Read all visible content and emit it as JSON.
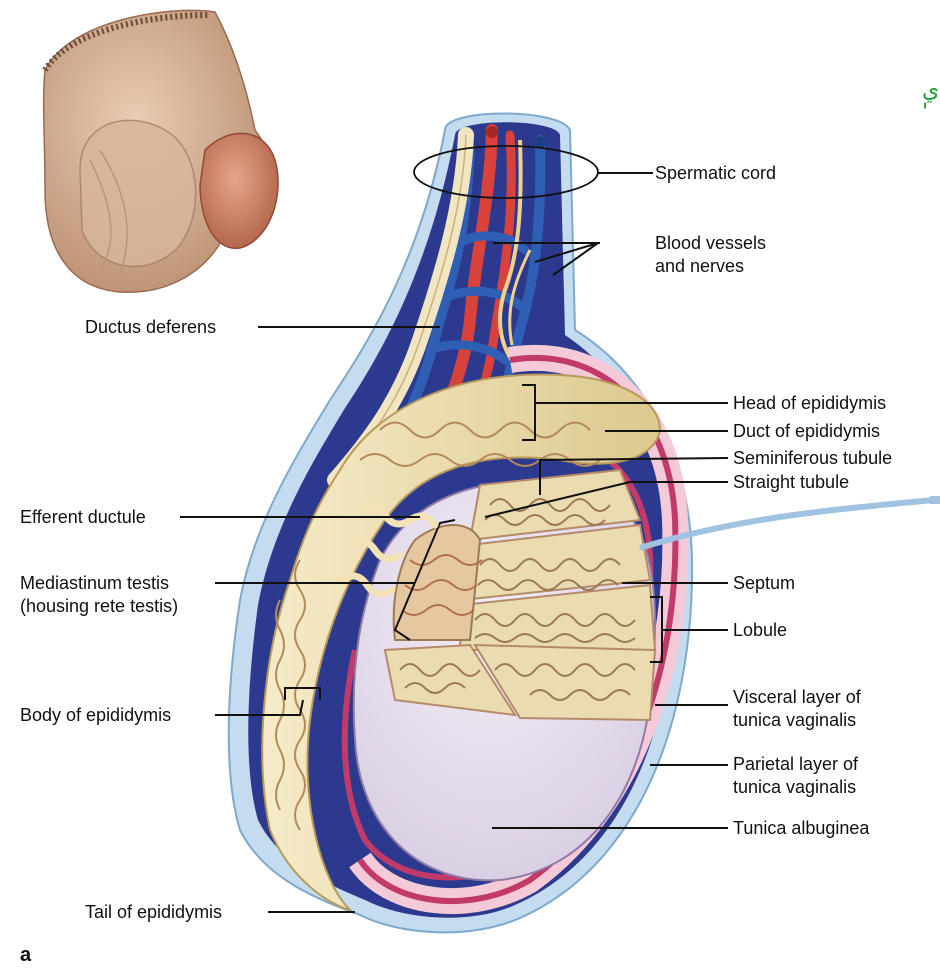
{
  "labels": {
    "spermatic_cord": "Spermatic cord",
    "blood_vessels": "Blood vessels\nand nerves",
    "ductus_deferens": "Ductus deferens",
    "head_epididymis": "Head of epididymis",
    "duct_epididymis": "Duct of epididymis",
    "seminiferous_tubule": "Seminiferous tubule",
    "straight_tubule": "Straight tubule",
    "efferent_ductule": "Efferent ductule",
    "mediastinum": "Mediastinum testis\n(housing rete testis)",
    "septum": "Septum",
    "lobule": "Lobule",
    "body_epididymis": "Body of epididymis",
    "visceral_layer": "Visceral layer of\ntunica vaginalis",
    "parietal_layer": "Parietal layer of\ntunica vaginalis",
    "tunica_albuginea": "Tunica albuginea",
    "tail_epididymis": "Tail of epididymis"
  },
  "figure_letter": "a",
  "edge_marks": "ي\n'",
  "colors": {
    "artery": "#d8423a",
    "vein": "#2f5fb4",
    "tunica_vaginalis": "#c23a6a",
    "epididymis": "#efe2b8",
    "tubule": "#e8d69a",
    "albuginea": "#e9e1ee",
    "cavity": "#2a3a8c",
    "outer_layer": "#b9d3ea",
    "accent_green": "#19a13a"
  }
}
